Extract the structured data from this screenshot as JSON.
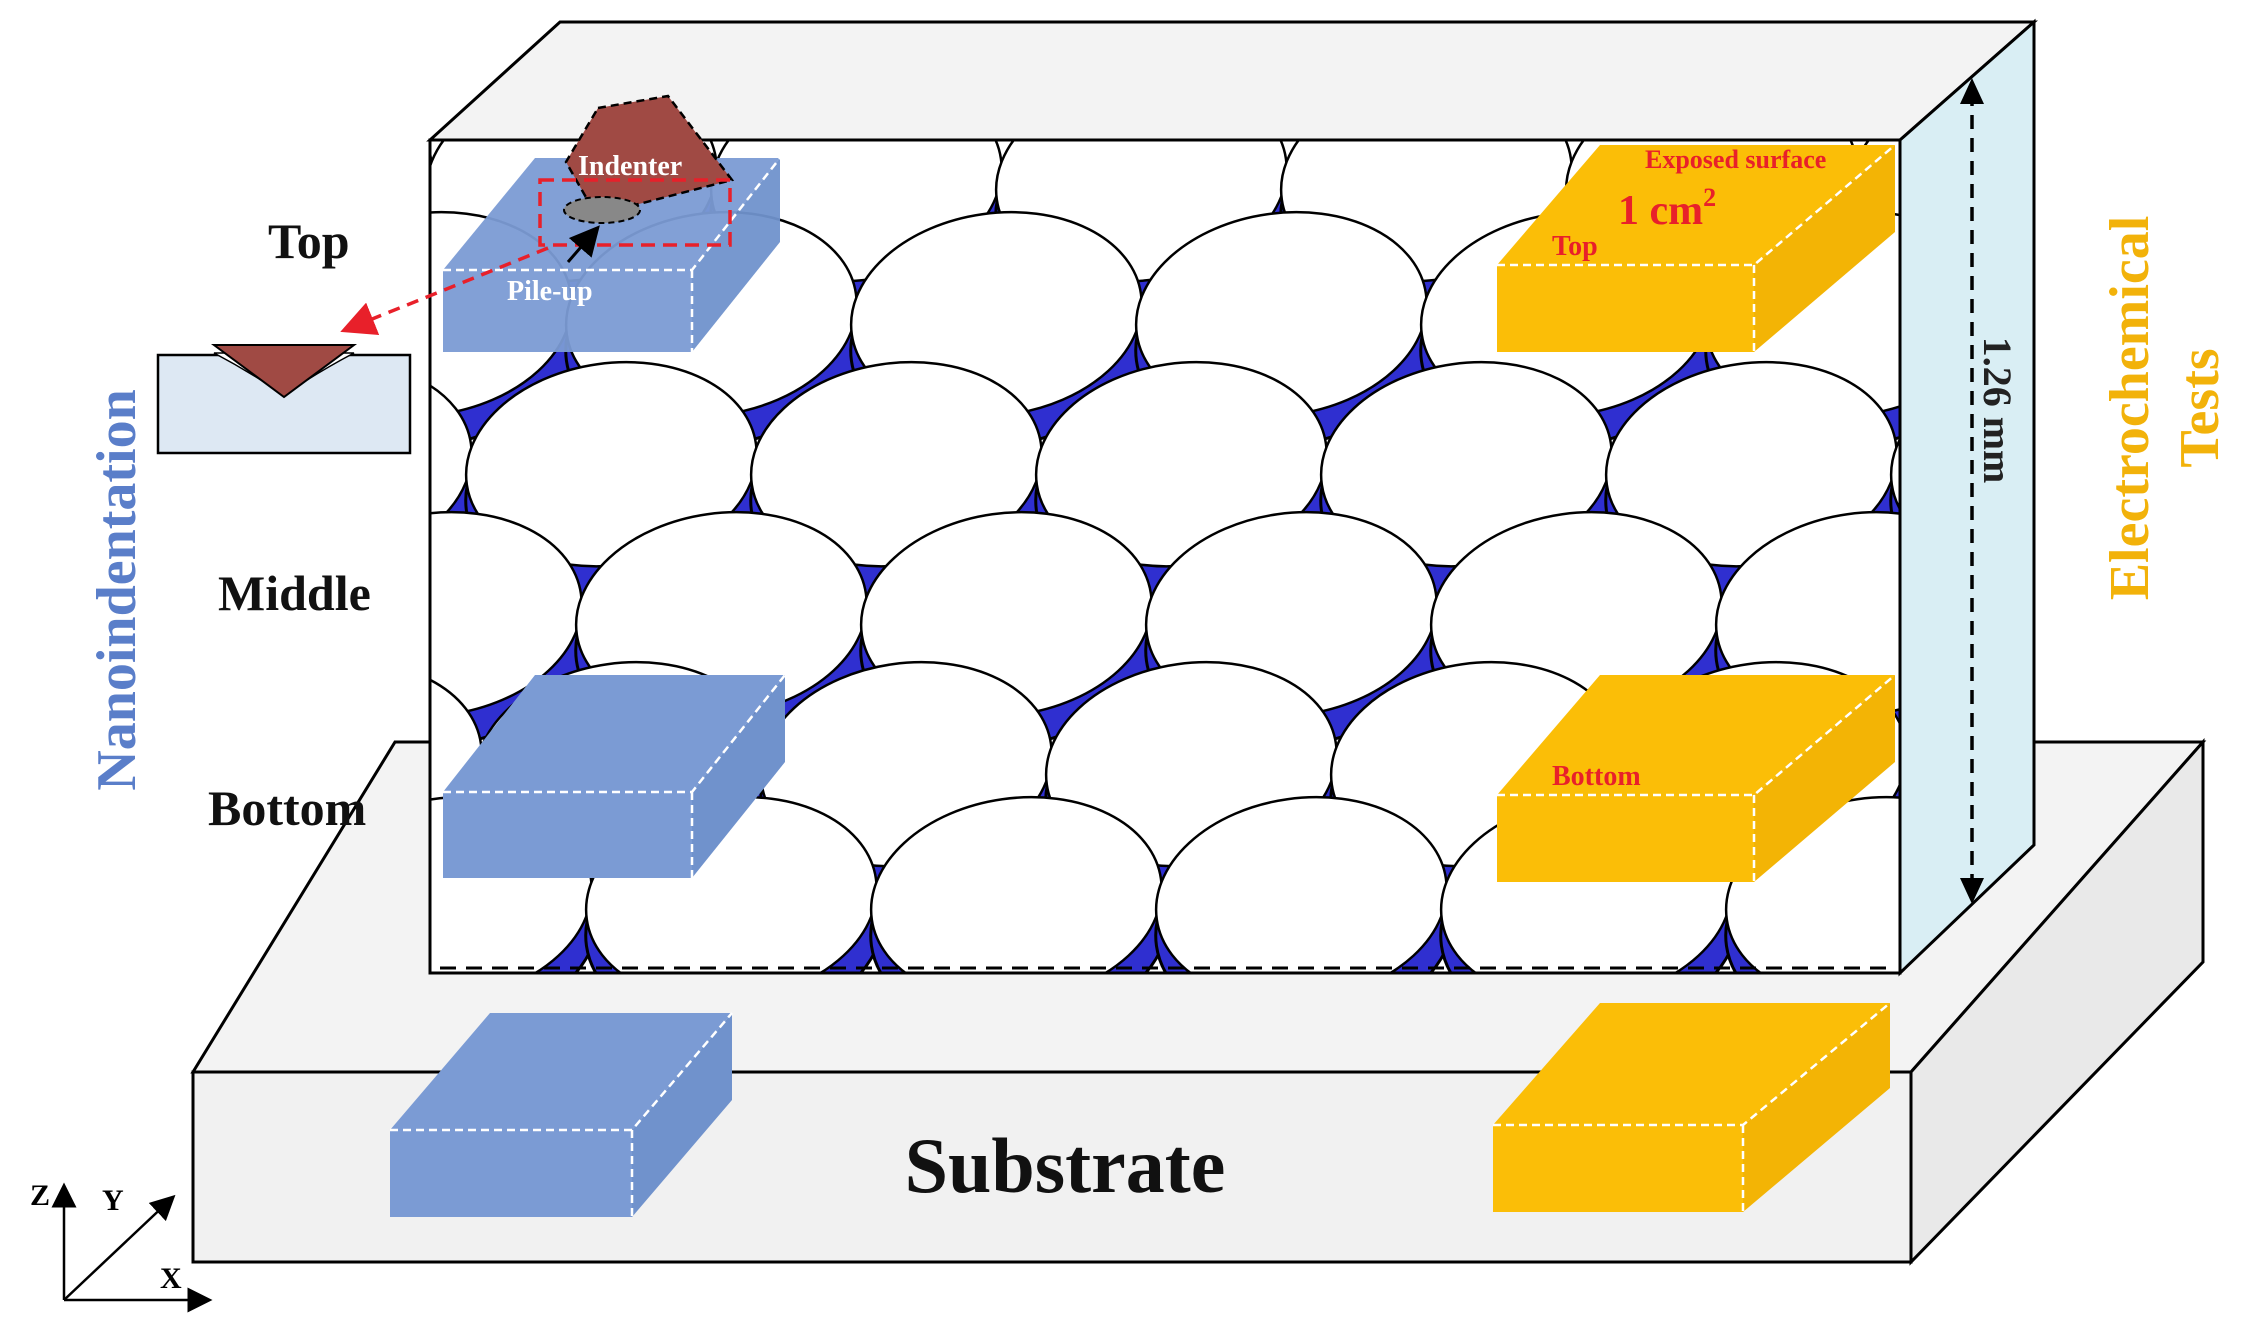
{
  "labels": {
    "top": "Top",
    "middle": "Middle",
    "bottom": "Bottom",
    "nanoindentation": "Nanoindentation",
    "electrochemical_line1": "Electrochemical",
    "electrochemical_line2": "Tests",
    "indenter": "Indenter",
    "pile_up": "Pile-up",
    "exposed_surface": "Exposed surface",
    "area_value": "1 cm",
    "area_exponent": "2",
    "sample_top": "Top",
    "sample_bottom": "Bottom",
    "thickness": "1.26 mm",
    "substrate": "Substrate",
    "axis_z": "Z",
    "axis_y": "Y",
    "axis_x": "X"
  },
  "colors": {
    "melt_pool_boundary": "#2f2fd0",
    "nano_sample": "#7b9bd4",
    "electro_sample": "#fbbe07",
    "electro_text": "#f2b20a",
    "nano_text": "#5a7ec9",
    "highlight_red": "#e8202a",
    "indenter": "#a04a44",
    "side_face": "#d9eef4",
    "substrate_face": "#f1f1f1",
    "block_top": "#f3f3f3"
  }
}
